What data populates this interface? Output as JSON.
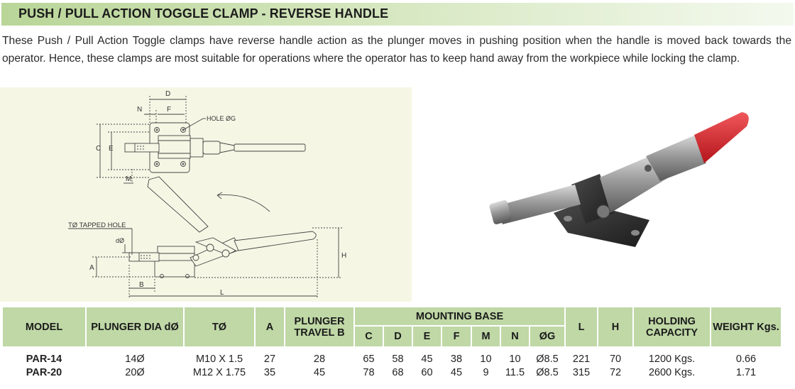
{
  "title": "PUSH / PULL ACTION TOGGLE CLAMP - REVERSE HANDLE",
  "description": "These Push / Pull Action Toggle clamps have reverse handle action as the plunger moves in pushing position when the handle is moved back towards the operator. Hence, these clamps are most suitable for operations where the operator has to keep hand away from the workpiece while locking the clamp.",
  "drawing": {
    "labels": {
      "d": "D",
      "n": "N",
      "f": "F",
      "hole": "HOLE ØG",
      "c": "C",
      "e": "E",
      "m": "M",
      "tapped": "TØ TAPPED HOLE",
      "dd": "dØ",
      "a": "A",
      "b": "B",
      "l": "L",
      "h": "H"
    }
  },
  "colors": {
    "title_bar_start": "#b9d598",
    "table_header": "#bfd8a6",
    "drawing_background": "#f6f6e5",
    "handle_grip": "#d9242b"
  },
  "table": {
    "headers": {
      "model": "MODEL",
      "plunger_dia": "PLUNGER DIA dØ",
      "t": "TØ",
      "a": "A",
      "plunger_travel": "PLUNGER TRAVEL B",
      "mounting_base": "MOUNTING BASE",
      "l": "L",
      "h": "H",
      "holding_capacity": "HOLDING CAPACITY",
      "weight": "WEIGHT Kgs.",
      "sub": {
        "c": "C",
        "d": "D",
        "e": "E",
        "f": "F",
        "m": "M",
        "n": "N",
        "g": "ØG"
      }
    },
    "rows": [
      {
        "model": "PAR-14",
        "dia": "14Ø",
        "t": "M10 X 1.5",
        "a": "27",
        "travel": "28",
        "c": "65",
        "d": "58",
        "e": "45",
        "f": "38",
        "m": "10",
        "n": "10",
        "g": "Ø8.5",
        "l": "221",
        "h": "70",
        "capacity": "1200 Kgs.",
        "weight": "0.66"
      },
      {
        "model": "PAR-20",
        "dia": "20Ø",
        "t": "M12 X 1.75",
        "a": "35",
        "travel": "45",
        "c": "78",
        "d": "68",
        "e": "60",
        "f": "45",
        "m": "9",
        "n": "11.5",
        "g": "Ø8.5",
        "l": "315",
        "h": "72",
        "capacity": "2600 Kgs.",
        "weight": "1.71"
      }
    ]
  }
}
